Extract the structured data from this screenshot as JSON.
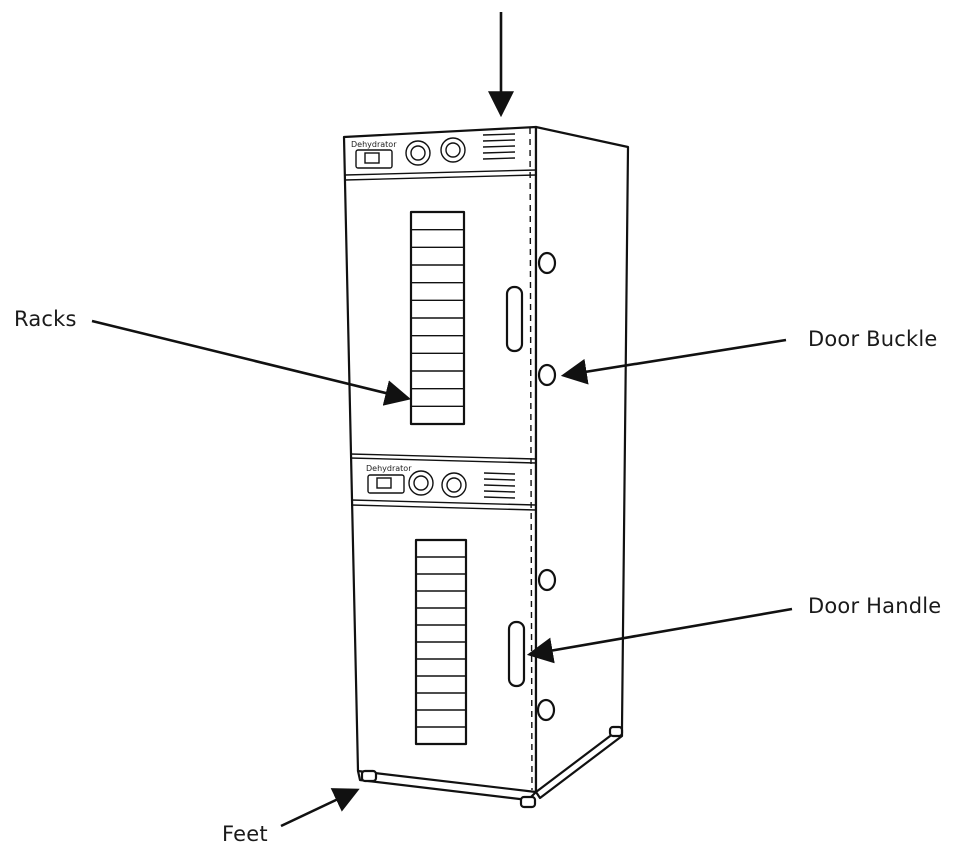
{
  "labels": {
    "racks": "Racks",
    "door_buckle": "Door Buckle",
    "door_handle": "Door Handle",
    "feet": "Feet"
  },
  "brand_text": "Dehydrator",
  "colors": {
    "line": "#111111",
    "background": "#ffffff"
  }
}
